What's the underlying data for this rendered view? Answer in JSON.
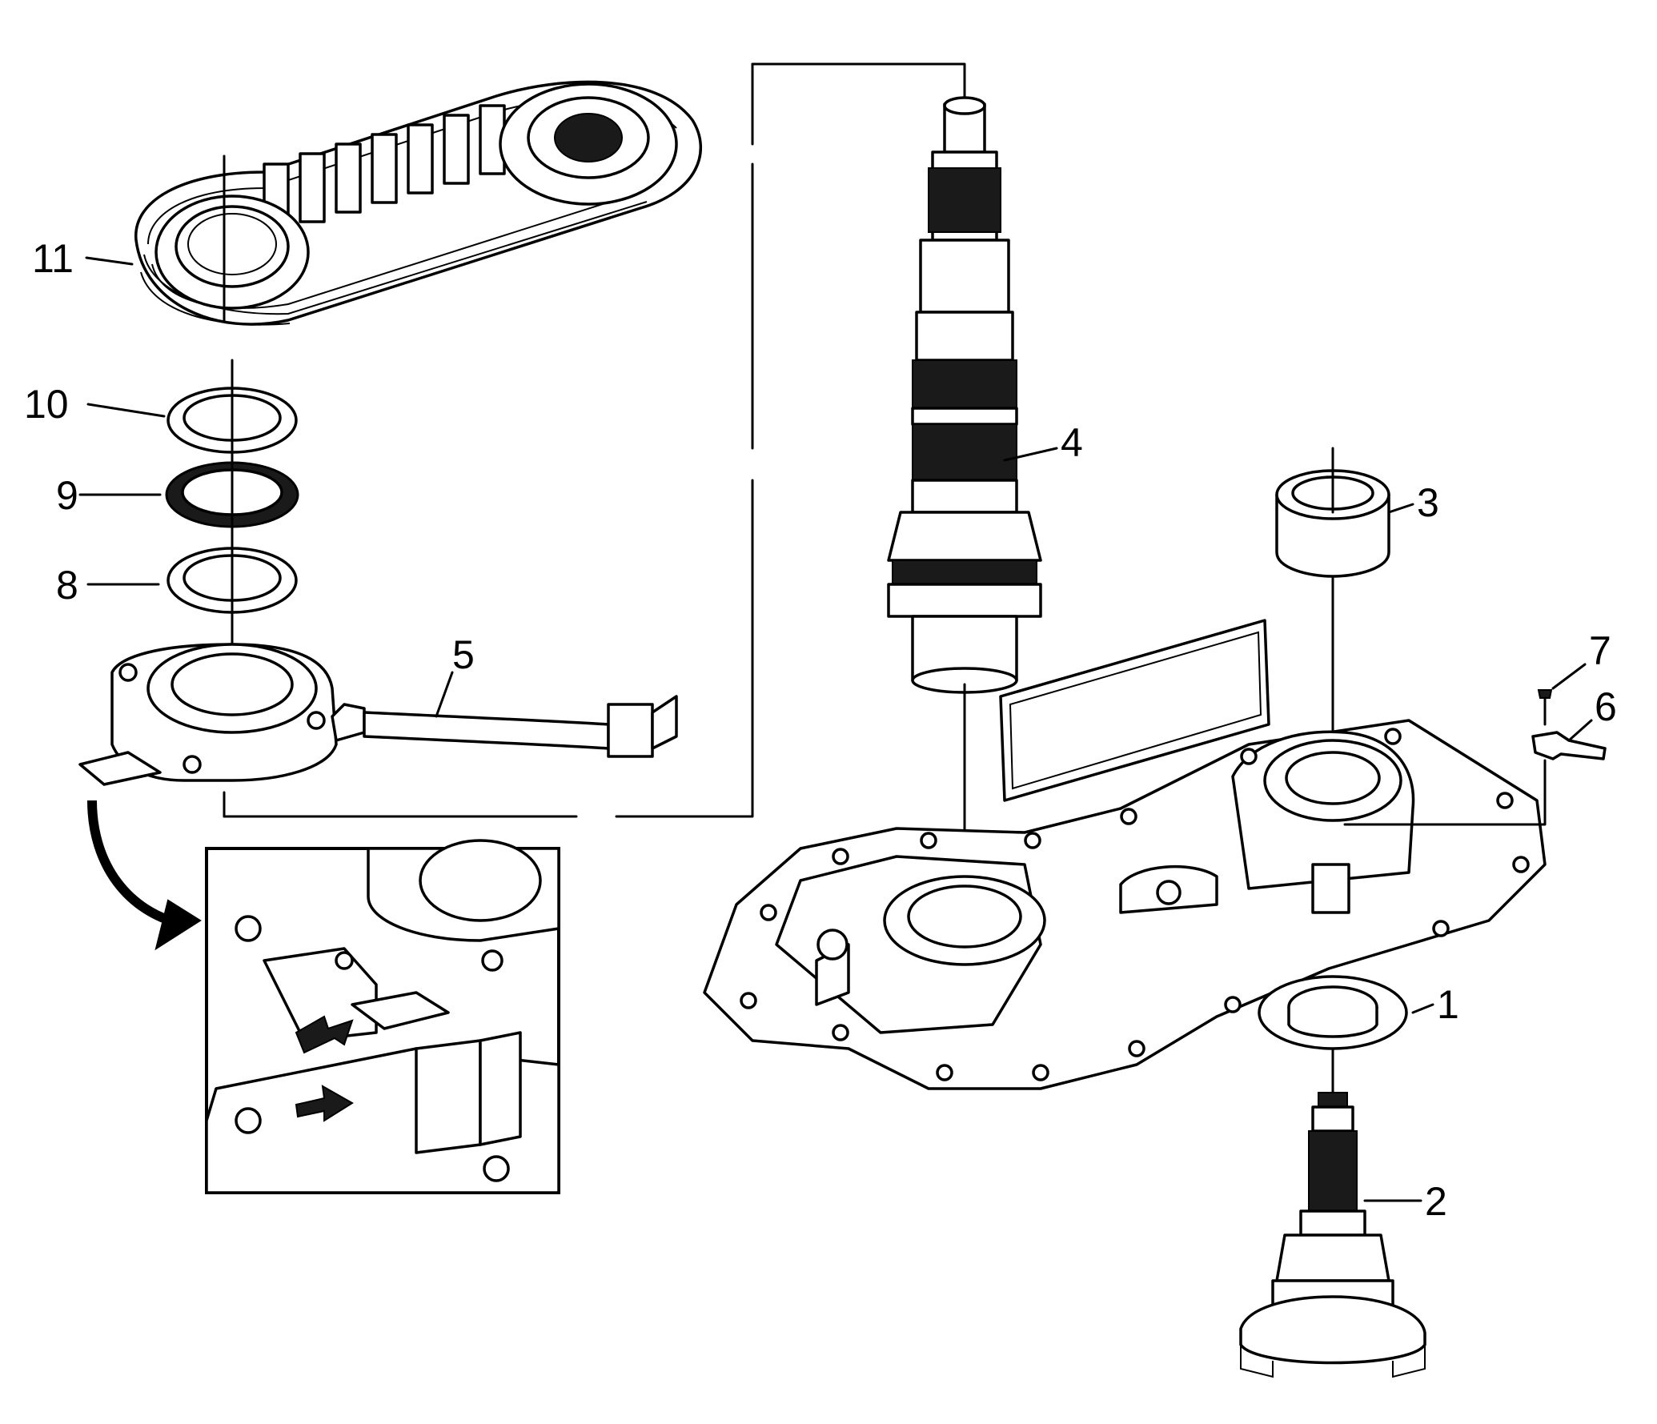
{
  "callouts": [
    {
      "id": "1",
      "label": "1"
    },
    {
      "id": "2",
      "label": "2"
    },
    {
      "id": "3",
      "label": "3"
    },
    {
      "id": "4",
      "label": "4"
    },
    {
      "id": "5",
      "label": "5"
    },
    {
      "id": "6",
      "label": "6"
    },
    {
      "id": "7",
      "label": "7"
    },
    {
      "id": "8",
      "label": "8"
    },
    {
      "id": "9",
      "label": "9"
    },
    {
      "id": "10",
      "label": "10"
    },
    {
      "id": "11",
      "label": "11"
    }
  ],
  "detail_view": {
    "arrow_count": 2
  }
}
